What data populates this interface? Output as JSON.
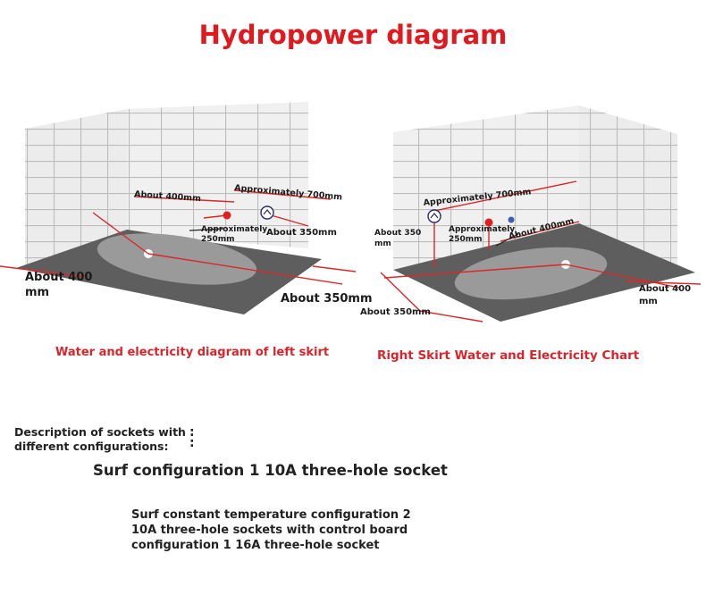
{
  "title": "Hydropower diagram",
  "left_diagram": {
    "caption": "Water and electricity diagram of left skirt",
    "labels": {
      "about_400_top": "About 400mm",
      "approx_700": "Approximately 700mm",
      "approx_250_a": "Approximately",
      "approx_250_b": "250mm",
      "about_350_mid": "About 350mm",
      "about_400_left_a": "About 400",
      "about_400_left_b": "mm",
      "about_350_bottom": "About 350mm"
    }
  },
  "right_diagram": {
    "caption": "Right Skirt Water and Electricity Chart",
    "labels": {
      "approx_700": "Approximately 700mm",
      "about_350_left_a": "About 350",
      "about_350_left_b": "mm",
      "approx_250_a": "Approximately",
      "approx_250_b": "250mm",
      "about_400_top": "About 400mm",
      "about_400_right_a": "About 400",
      "about_400_right_b": "mm",
      "about_350_bottom": "About 350mm"
    }
  },
  "description": {
    "label": "Description of sockets with different configurations:",
    "colon": ":",
    "line1": "Surf configuration 1 10A three-hole socket",
    "line2": "Surf constant temperature configuration 2 10A three-hole sockets with control board configuration 1 16A three-hole socket"
  },
  "colors": {
    "title": "#e0191f",
    "caption": "#d6262b",
    "marker": "#e02020",
    "floor": "#5e5e5e",
    "basin": "#9a9a9a",
    "wall": "#f0f0f0",
    "grout": "#c0c0c0"
  }
}
